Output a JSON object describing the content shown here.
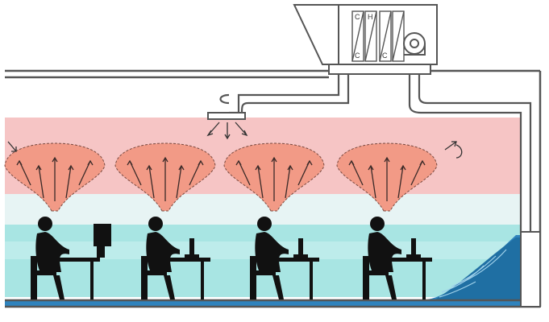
{
  "diagram": {
    "type": "displacement-ventilation-cross-section",
    "occupants": 4,
    "air_handler": {
      "coil_labels": [
        "C",
        "H",
        "C",
        "C"
      ]
    },
    "colors": {
      "warm_stratified_air": "#f6c5c5",
      "warm_plume": "#f29a86",
      "cool_zone_light": "#dff2f2",
      "cool_zone": "#a6e6e6",
      "cold_supply": "#1f6fa3",
      "floor_water": "#3a8fc4",
      "silhouette": "#111111",
      "duct_outline": "#555555"
    },
    "icons": [
      "air-handler-icon",
      "fan-icon",
      "diffuser-icon",
      "person-at-desk-icon",
      "monitor-icon",
      "supply-outlet-icon"
    ]
  }
}
